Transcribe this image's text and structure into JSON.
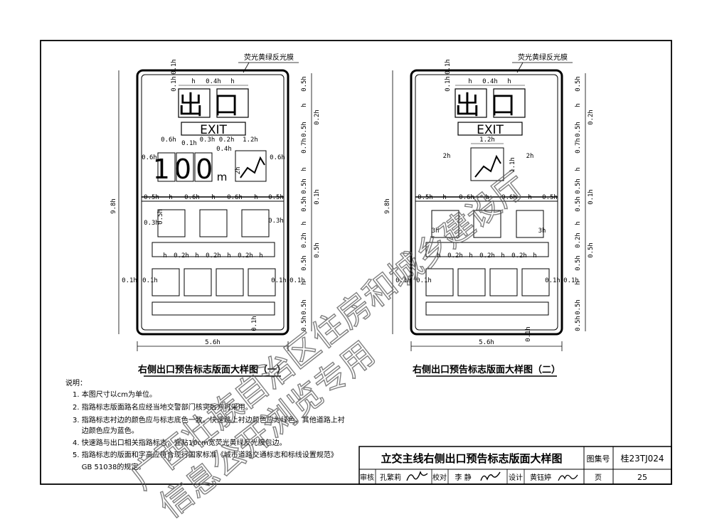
{
  "signs": [
    {
      "caption": "右侧出口预告标志版面大样图（一）",
      "exit_cn": "出口",
      "exit_en": "EXIT",
      "distance": "100",
      "distance_unit": "m",
      "film_label": "荧光黄绿反光膜",
      "width_dim": "5.6h",
      "height_dim": "9.8h"
    },
    {
      "caption": "右侧出口预告标志版面大样图（二）",
      "exit_cn": "出口",
      "exit_en": "EXIT",
      "film_label": "荧光黄绿反光膜",
      "width_dim": "5.6h",
      "height_dim": "9.8h"
    }
  ],
  "dims": {
    "h": "h",
    "d01h": "0.1h",
    "d04h": "0.4h",
    "d05h": "0.5h",
    "d02h": "0.2h",
    "d06h": "0.6h",
    "d03h": "0.3h",
    "d07h": "0.7h",
    "d12h": "1.2h",
    "d2h": "2h",
    "d11h": "1.1h",
    "d3h": "3h",
    "d0hA": "0.3h 0.2h"
  },
  "notes": {
    "heading": "说明：",
    "items": [
      "1. 本图尺寸以cm为单位。",
      "2. 指路标志版面路名应经当地交警部门核实后方可采用。",
      "3. 指路标志衬边的颜色应与标志底色一致。快速路上衬边颜色应为绿色，其他道路上衬",
      "    边颜色应为蓝色。",
      "4. 快速路与出口相关指路标志，宜贴10cm宽荧光黄绿反光膜包边。",
      "5. 指路标志的版面和字高应符合现行国家标准《城市道路交通标志和标线设置规范》",
      "    GB 51038的规定。"
    ]
  },
  "titleblock": {
    "title": "立交主线右侧出口预告标志版面大样图",
    "atlas_label": "图集号",
    "atlas_no": "桂23TJ024",
    "review_label": "审核",
    "reviewer": "孔繁莉",
    "check_label": "校对",
    "checker": "李 静",
    "design_label": "设计",
    "designer": "黄钰婷",
    "page_label": "页",
    "page_no": "25"
  },
  "watermark": [
    "广西壮族自治区住房和城乡建设厅",
    "信息公开浏览专用"
  ]
}
